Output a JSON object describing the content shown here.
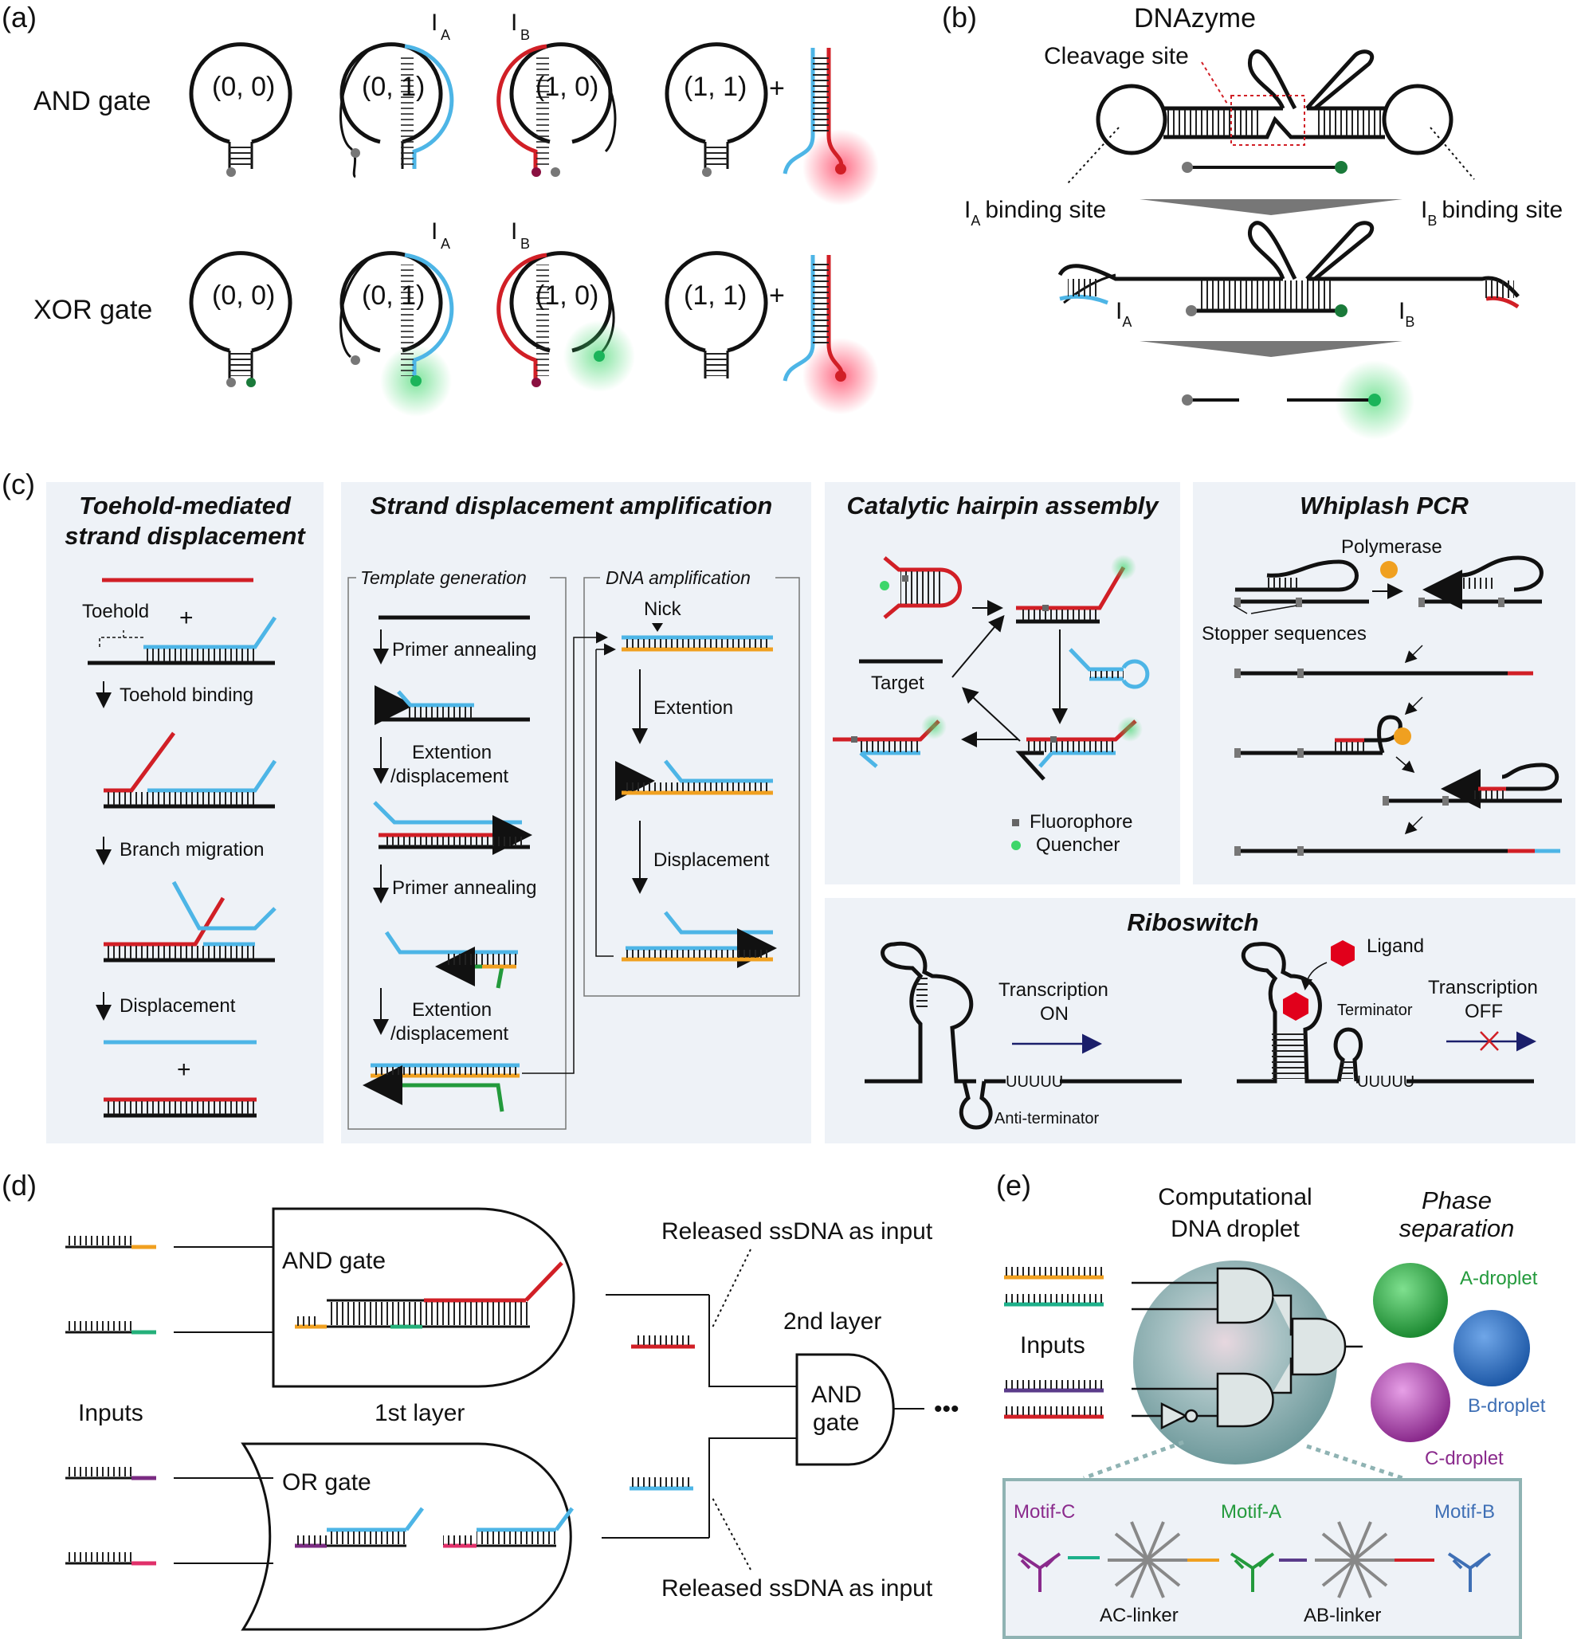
{
  "panel_labels": {
    "a": "(a)",
    "b": "(b)",
    "c": "(c)",
    "d": "(d)",
    "e": "(e)"
  },
  "panel_a": {
    "and_gate": "AND gate",
    "xor_gate": "XOR gate",
    "states": [
      "(0, 0)",
      "(0, 1)",
      "(1, 0)",
      "(1, 1)"
    ],
    "input_a": "I",
    "input_a_sub": "A",
    "input_b": "I",
    "input_b_sub": "B",
    "plus": "+"
  },
  "panel_b": {
    "title": "DNAzyme",
    "cleavage_site": "Cleavage site",
    "ia_binding": "binding site",
    "ib_binding": "binding site",
    "ia": "I",
    "ia_sub": "A",
    "ib": "I",
    "ib_sub": "B"
  },
  "panel_c": {
    "toehold": {
      "title_line1": "Toehold-mediated",
      "title_line2": "strand displacement",
      "toehold": "Toehold",
      "plus": "+",
      "step1": "Toehold binding",
      "step2": "Branch migration",
      "step3": "Displacement"
    },
    "sda": {
      "title": "Strand displacement amplification",
      "template_generation": "Template generation",
      "dna_amplification": "DNA amplification",
      "nick": "Nick",
      "primer_annealing_1": "Primer annealing",
      "extention_1_line1": "Extention",
      "extention_1_line2": "/displacement",
      "primer_annealing_2": "Primer annealing",
      "extention_2_line1": "Extention",
      "extention_2_line2": "/displacement",
      "amp_extention": "Extention",
      "amp_displacement": "Displacement"
    },
    "cha": {
      "title": "Catalytic hairpin assembly",
      "target": "Target",
      "fluorophore": "Fluorophore",
      "quencher": "Quencher"
    },
    "whiplash": {
      "title": "Whiplash PCR",
      "polymerase": "Polymerase",
      "stopper": "Stopper sequences"
    },
    "riboswitch": {
      "title": "Riboswitch",
      "ligand": "Ligand",
      "transcription_on_1": "Transcription",
      "transcription_on_2": "ON",
      "transcription_off_1": "Transcription",
      "transcription_off_2": "OFF",
      "terminator": "Terminator",
      "anti_terminator": "Anti-terminator",
      "uuuuu": "UUUUU"
    }
  },
  "panel_d": {
    "and_gate": "AND gate",
    "or_gate": "OR gate",
    "inputs": "Inputs",
    "first_layer": "1st layer",
    "second_layer": "2nd layer",
    "and_line1": "AND",
    "and_line2": "gate",
    "released_top": "Released ssDNA as input",
    "released_bottom": "Released ssDNA as input",
    "ellipsis": "•••"
  },
  "panel_e": {
    "title_line1": "Computational",
    "title_line2": "DNA droplet",
    "phase_line1": "Phase",
    "phase_line2": "separation",
    "inputs": "Inputs",
    "a_droplet": "A-droplet",
    "b_droplet": "B-droplet",
    "c_droplet": "C-droplet",
    "motif_c": "Motif-C",
    "motif_a": "Motif-A",
    "motif_b": "Motif-B",
    "ac_linker": "AC-linker",
    "ab_linker": "AB-linker"
  },
  "colors": {
    "red": "#d11f26",
    "blue": "#4db5e6",
    "orange": "#f0a020",
    "green": "#239a3c",
    "purple": "#7a2b82",
    "teal_droplet": "#8fb3b3",
    "panel_bg": "#eef2f7"
  }
}
